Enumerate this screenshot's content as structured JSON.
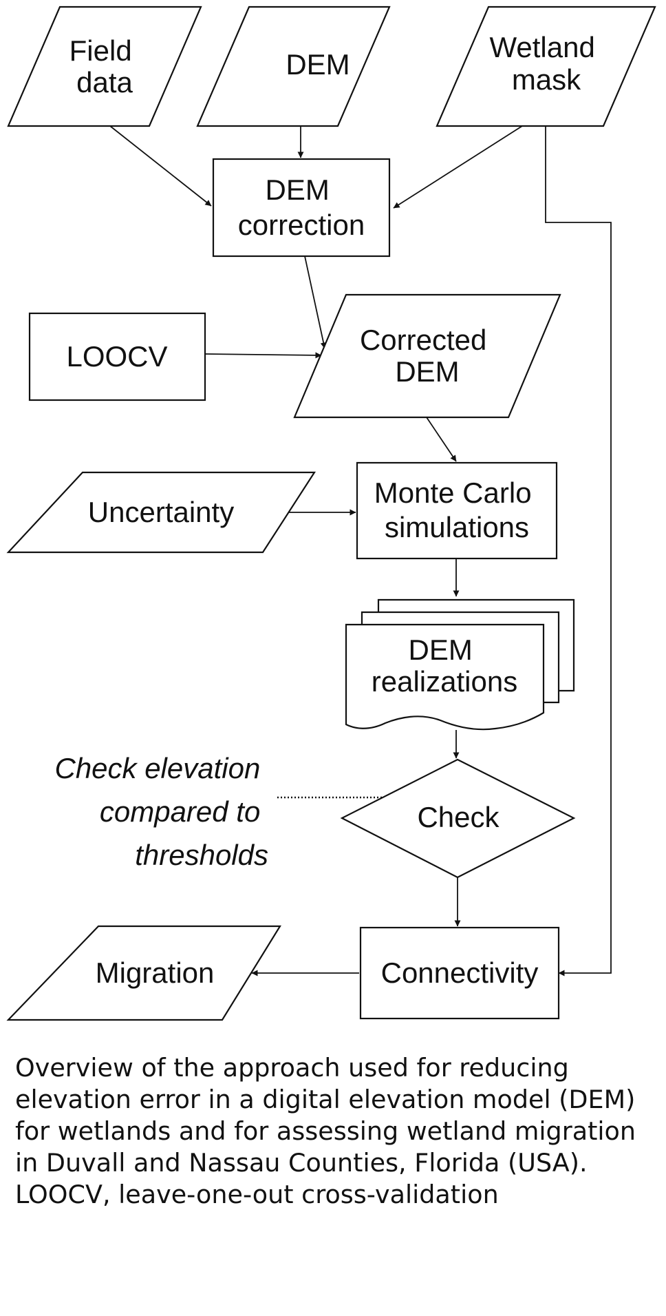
{
  "nodes": {
    "field_data": {
      "lines": [
        "Field",
        "data"
      ]
    },
    "dem": {
      "lines": [
        "DEM"
      ]
    },
    "wetland_mask": {
      "lines": [
        "Wetland",
        "mask"
      ]
    },
    "dem_correction": {
      "lines": [
        "DEM",
        "correction"
      ]
    },
    "loocv": {
      "lines": [
        "LOOCV"
      ]
    },
    "corrected_dem": {
      "lines": [
        "Corrected",
        "DEM"
      ]
    },
    "uncertainty": {
      "lines": [
        "Uncertainty"
      ]
    },
    "monte_carlo": {
      "lines": [
        "Monte Carlo",
        "simulations"
      ]
    },
    "dem_realizations": {
      "lines": [
        "DEM",
        "realizations"
      ]
    },
    "check": {
      "lines": [
        "Check"
      ]
    },
    "connectivity": {
      "lines": [
        "Connectivity"
      ]
    },
    "migration": {
      "lines": [
        "Migration"
      ]
    }
  },
  "annotation": {
    "lines": [
      "Check elevation",
      "compared to",
      "thresholds"
    ]
  },
  "caption": "Overview of the approach used for reducing elevation error in a digital elevation model (DEM) for wetlands and for assessing wetland migration in Duvall and Nassau Counties, Florida (USA). LOOCV, leave-one-out cross-validation"
}
